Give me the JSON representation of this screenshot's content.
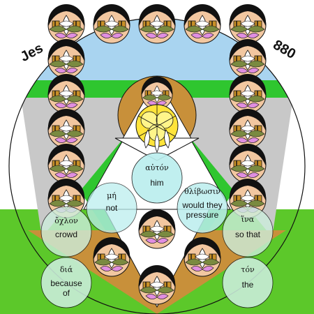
{
  "title_left": "Jes",
  "title_right": "880",
  "words": [
    {
      "greek": "αὐτόν",
      "english": "him"
    },
    {
      "greek": "μή",
      "english": "not"
    },
    {
      "greek": "θλίβωσιν",
      "english": "would they",
      "english2": "pressure"
    },
    {
      "greek": "ὄχλον",
      "english": "crowd"
    },
    {
      "greek": "ἵνα",
      "english": "so that"
    },
    {
      "greek": "διά",
      "english": "because",
      "english2": "of"
    },
    {
      "greek": "τόν",
      "english": "the"
    }
  ],
  "colors": {
    "sky": "#a9d4f0",
    "green": "#2fc62f",
    "grey": "#c8c8c8",
    "brown": "#c8903a",
    "face": "#f2c7a0",
    "hair": "#111111",
    "circle_fill": "#cceedd",
    "circle_blue": "#bbeeee"
  }
}
